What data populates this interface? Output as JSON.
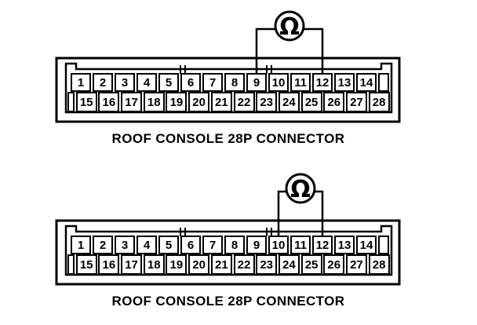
{
  "colors": {
    "ink": "#000000",
    "paper": "#ffffff"
  },
  "diagrams": [
    {
      "label": "ROOF CONSOLE 28P CONNECTOR",
      "meter": {
        "type": "ohmmeter",
        "symbol": "Ω",
        "probe_pins": [
          9,
          12
        ]
      },
      "pins": {
        "top_row": [
          "1",
          "2",
          "3",
          "4",
          "5",
          "6",
          "7",
          "8",
          "9",
          "10",
          "11",
          "12",
          "13",
          "14"
        ],
        "bottom_row": [
          "15",
          "16",
          "17",
          "18",
          "19",
          "20",
          "21",
          "22",
          "23",
          "24",
          "25",
          "26",
          "27",
          "28"
        ]
      }
    },
    {
      "label": "ROOF CONSOLE 28P CONNECTOR",
      "meter": {
        "type": "ohmmeter",
        "symbol": "Ω",
        "probe_pins": [
          10,
          12
        ]
      },
      "pins": {
        "top_row": [
          "1",
          "2",
          "3",
          "4",
          "5",
          "6",
          "7",
          "8",
          "9",
          "10",
          "11",
          "12",
          "13",
          "14"
        ],
        "bottom_row": [
          "15",
          "16",
          "17",
          "18",
          "19",
          "20",
          "21",
          "22",
          "23",
          "24",
          "25",
          "26",
          "27",
          "28"
        ]
      }
    }
  ]
}
